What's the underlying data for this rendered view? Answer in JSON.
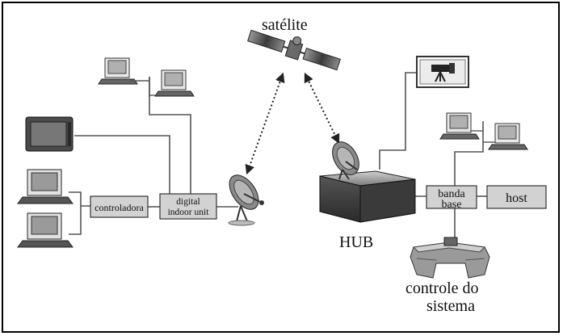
{
  "labels": {
    "satellite": "satélite",
    "controller": "controladora",
    "digital_line1": "digital",
    "digital_line2": "indoor unit",
    "hub": "HUB",
    "baseband_line1": "banda",
    "baseband_line2": "base",
    "host": "host",
    "system_control_line1": "controle do",
    "system_control_line2": "sistema"
  }
}
